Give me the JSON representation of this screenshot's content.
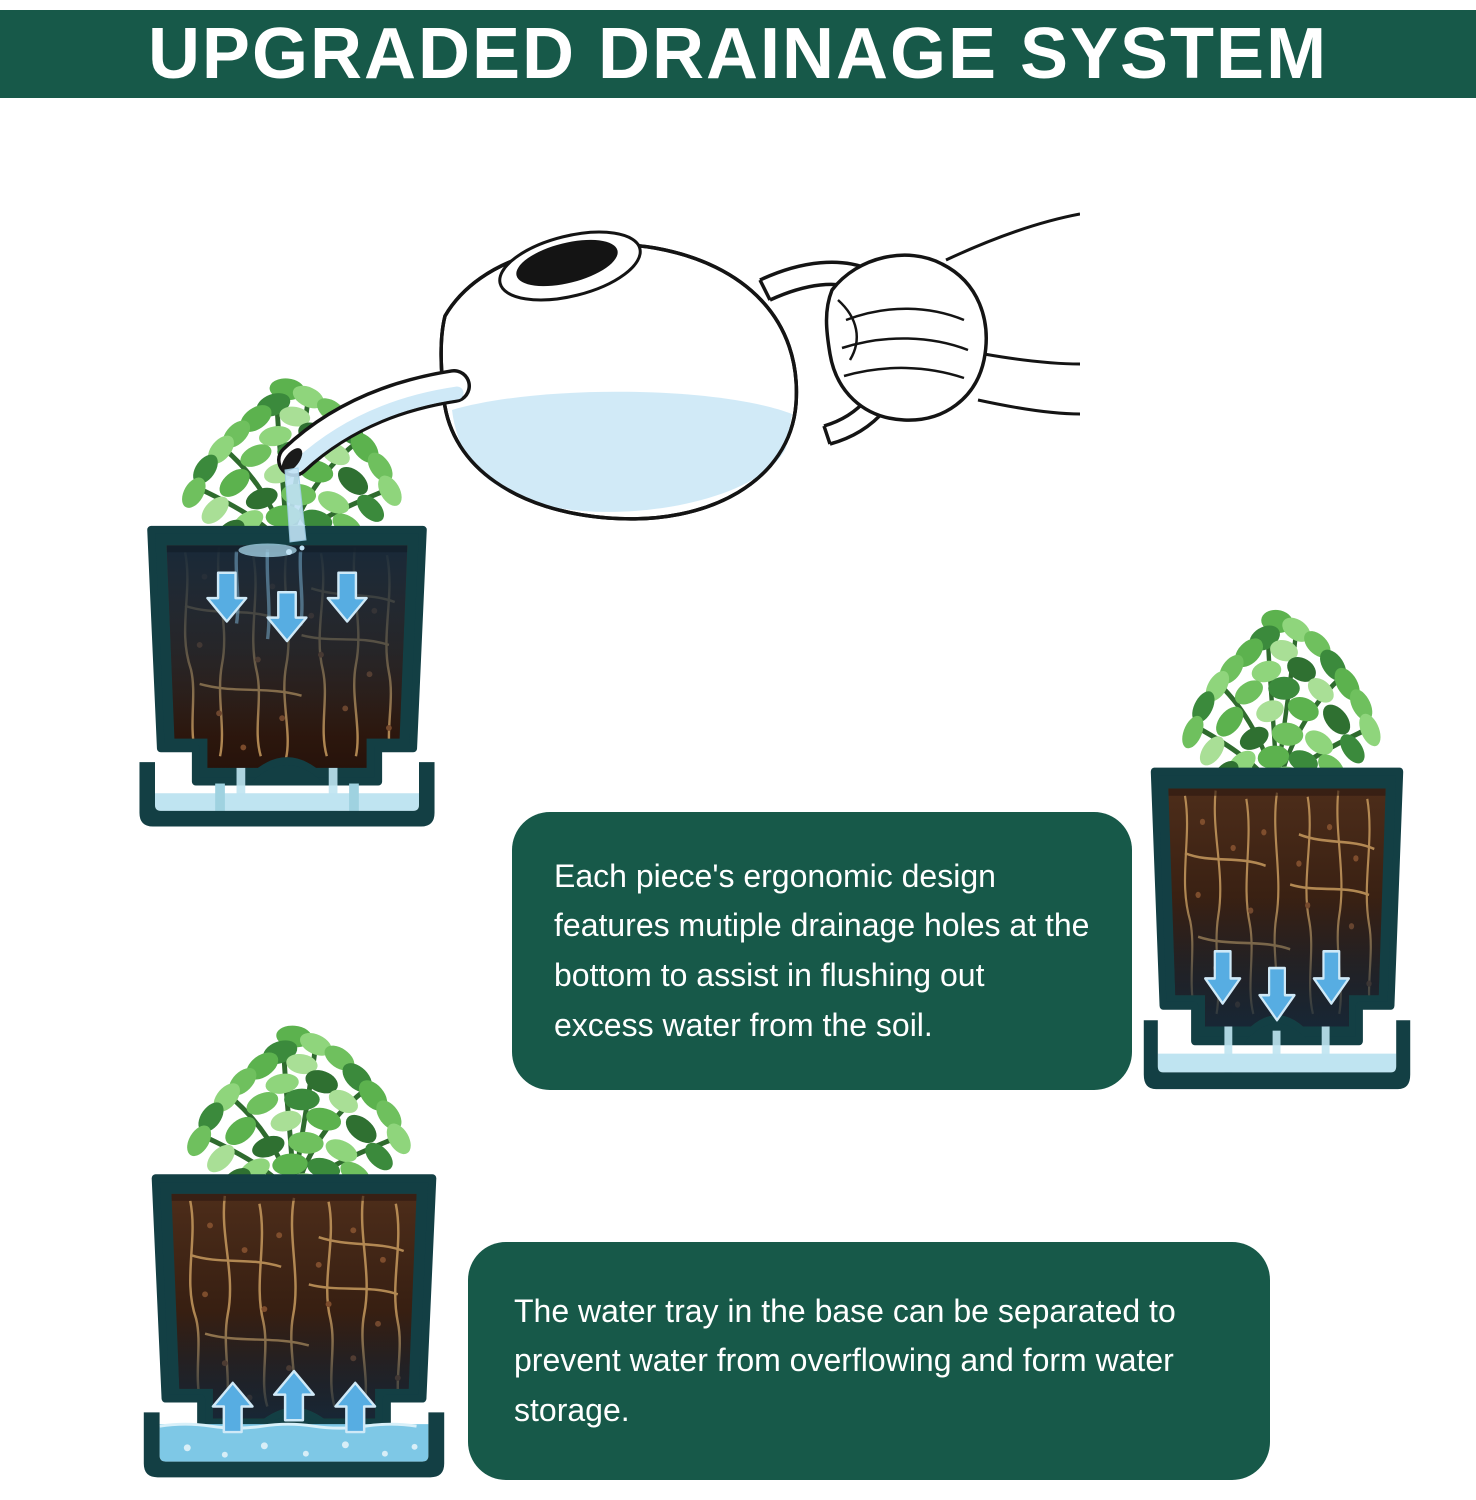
{
  "banner": {
    "title": "UPGRADED DRAINAGE SYSTEM"
  },
  "callouts": {
    "drainage": {
      "text": "Each piece's ergonomic design features mutiple drainage holes at the bottom to assist in flushing out excess water from the soil."
    },
    "tray": {
      "text": "The water tray in the base can be separated to prevent water from overflowing and form water storage."
    }
  },
  "colors": {
    "banner_green": "#175949",
    "pot_teal": "#133f44",
    "soil_brown": "#3a2113",
    "root_tan": "#c79a5e",
    "water_blue": "#8ecfe8",
    "arrow_blue": "#57ade2",
    "leaf_green": "#5cb24e",
    "text_white": "#ffffff"
  }
}
